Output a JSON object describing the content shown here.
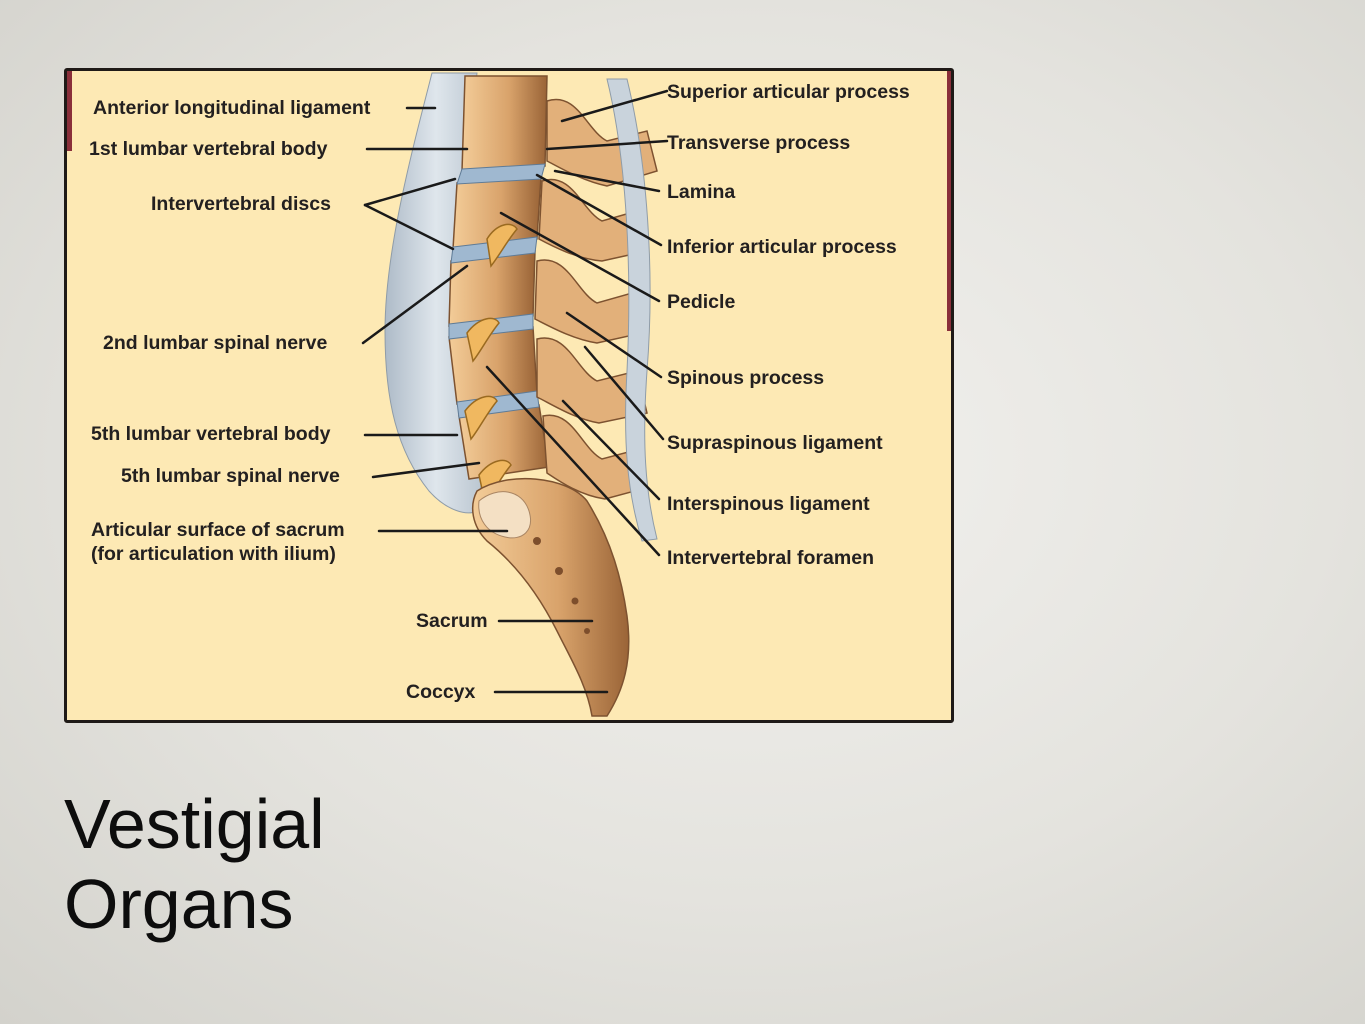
{
  "slide": {
    "title_line1": "Vestigial",
    "title_line2": "Organs"
  },
  "diagram": {
    "labels": {
      "anterior_longitudinal_ligament": "Anterior longitudinal ligament",
      "first_lumbar_vertebral_body": "1st lumbar vertebral body",
      "intervertebral_discs": "Intervertebral discs",
      "second_lumbar_spinal_nerve": "2nd lumbar spinal nerve",
      "fifth_lumbar_vertebral_body": "5th lumbar vertebral body",
      "fifth_lumbar_spinal_nerve": "5th lumbar spinal nerve",
      "articular_surface_line1": "Articular surface of sacrum",
      "articular_surface_line2": "(for articulation with ilium)",
      "sacrum": "Sacrum",
      "coccyx": "Coccyx",
      "superior_articular_process": "Superior articular process",
      "transverse_process": "Transverse process",
      "lamina": "Lamina",
      "inferior_articular_process": "Inferior articular process",
      "pedicle": "Pedicle",
      "spinous_process": "Spinous process",
      "supraspinous_ligament": "Supraspinous ligament",
      "interspinous_ligament": "Interspinous ligament",
      "intervertebral_foramen": "Intervertebral foramen"
    },
    "colors": {
      "background": "#fde9b4",
      "bone": "#d9a36b",
      "bone_shadow": "#8a5a34",
      "ligament": "#c9d3dc",
      "disc": "#9fb8d0",
      "nerve": "#f0b860",
      "leader": "#1a1a1a"
    }
  }
}
